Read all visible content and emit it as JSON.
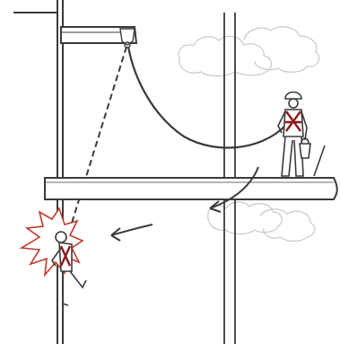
{
  "colors": {
    "background": "#ffffff",
    "line": "#3a3a3a",
    "cloud": "#c9c9c9",
    "harness": "#8b1c1c",
    "impact_burst": "#c0392b"
  },
  "diagram": {
    "subject": "fall-arrest-swing-fall-hazard",
    "elements": [
      "overhead-beam-anchor",
      "lanyard-taut",
      "lanyard-slack",
      "worker-standing",
      "work-platform",
      "swing-path-arrow",
      "fallen-worker",
      "impact-burst",
      "building-column-left",
      "building-column-right",
      "clouds"
    ]
  }
}
